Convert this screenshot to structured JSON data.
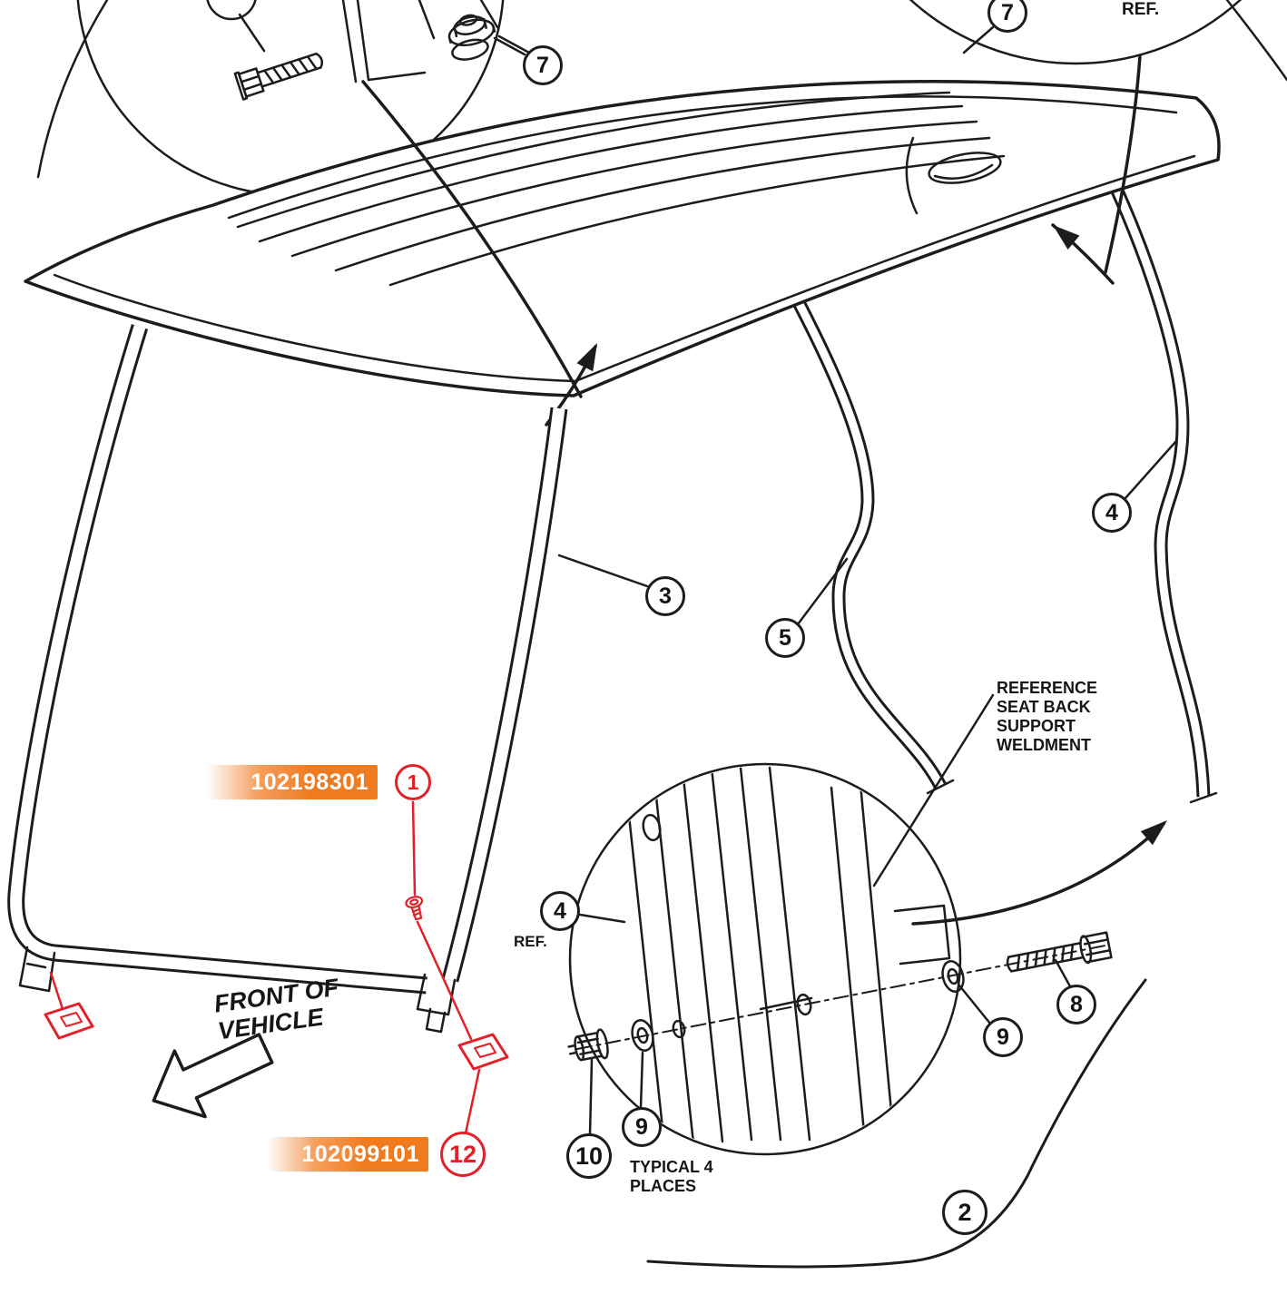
{
  "colors": {
    "line": "#1c1c1c",
    "red": "#e32028",
    "orange": "#f07a1e",
    "background": "#ffffff"
  },
  "callouts": [
    {
      "label": "7"
    },
    {
      "label": "7"
    },
    {
      "label": "3"
    },
    {
      "label": "5"
    },
    {
      "label": "4"
    },
    {
      "label": "4"
    },
    {
      "label": "1"
    },
    {
      "label": "12"
    },
    {
      "label": "8"
    },
    {
      "label": "9"
    },
    {
      "label": "9"
    },
    {
      "label": "10"
    },
    {
      "label": "2"
    }
  ],
  "part_labels": [
    {
      "number": "102198301"
    },
    {
      "number": "102099101"
    }
  ],
  "text": {
    "ref_top_right": "REF.",
    "ref_seat_back": "REFERENCE\nSEAT BACK\nSUPPORT\nWELDMENT",
    "ref_callout4": "REF.",
    "front_of_vehicle": "FRONT OF\nVEHICLE",
    "typical": "TYPICAL 4\nPLACES"
  }
}
